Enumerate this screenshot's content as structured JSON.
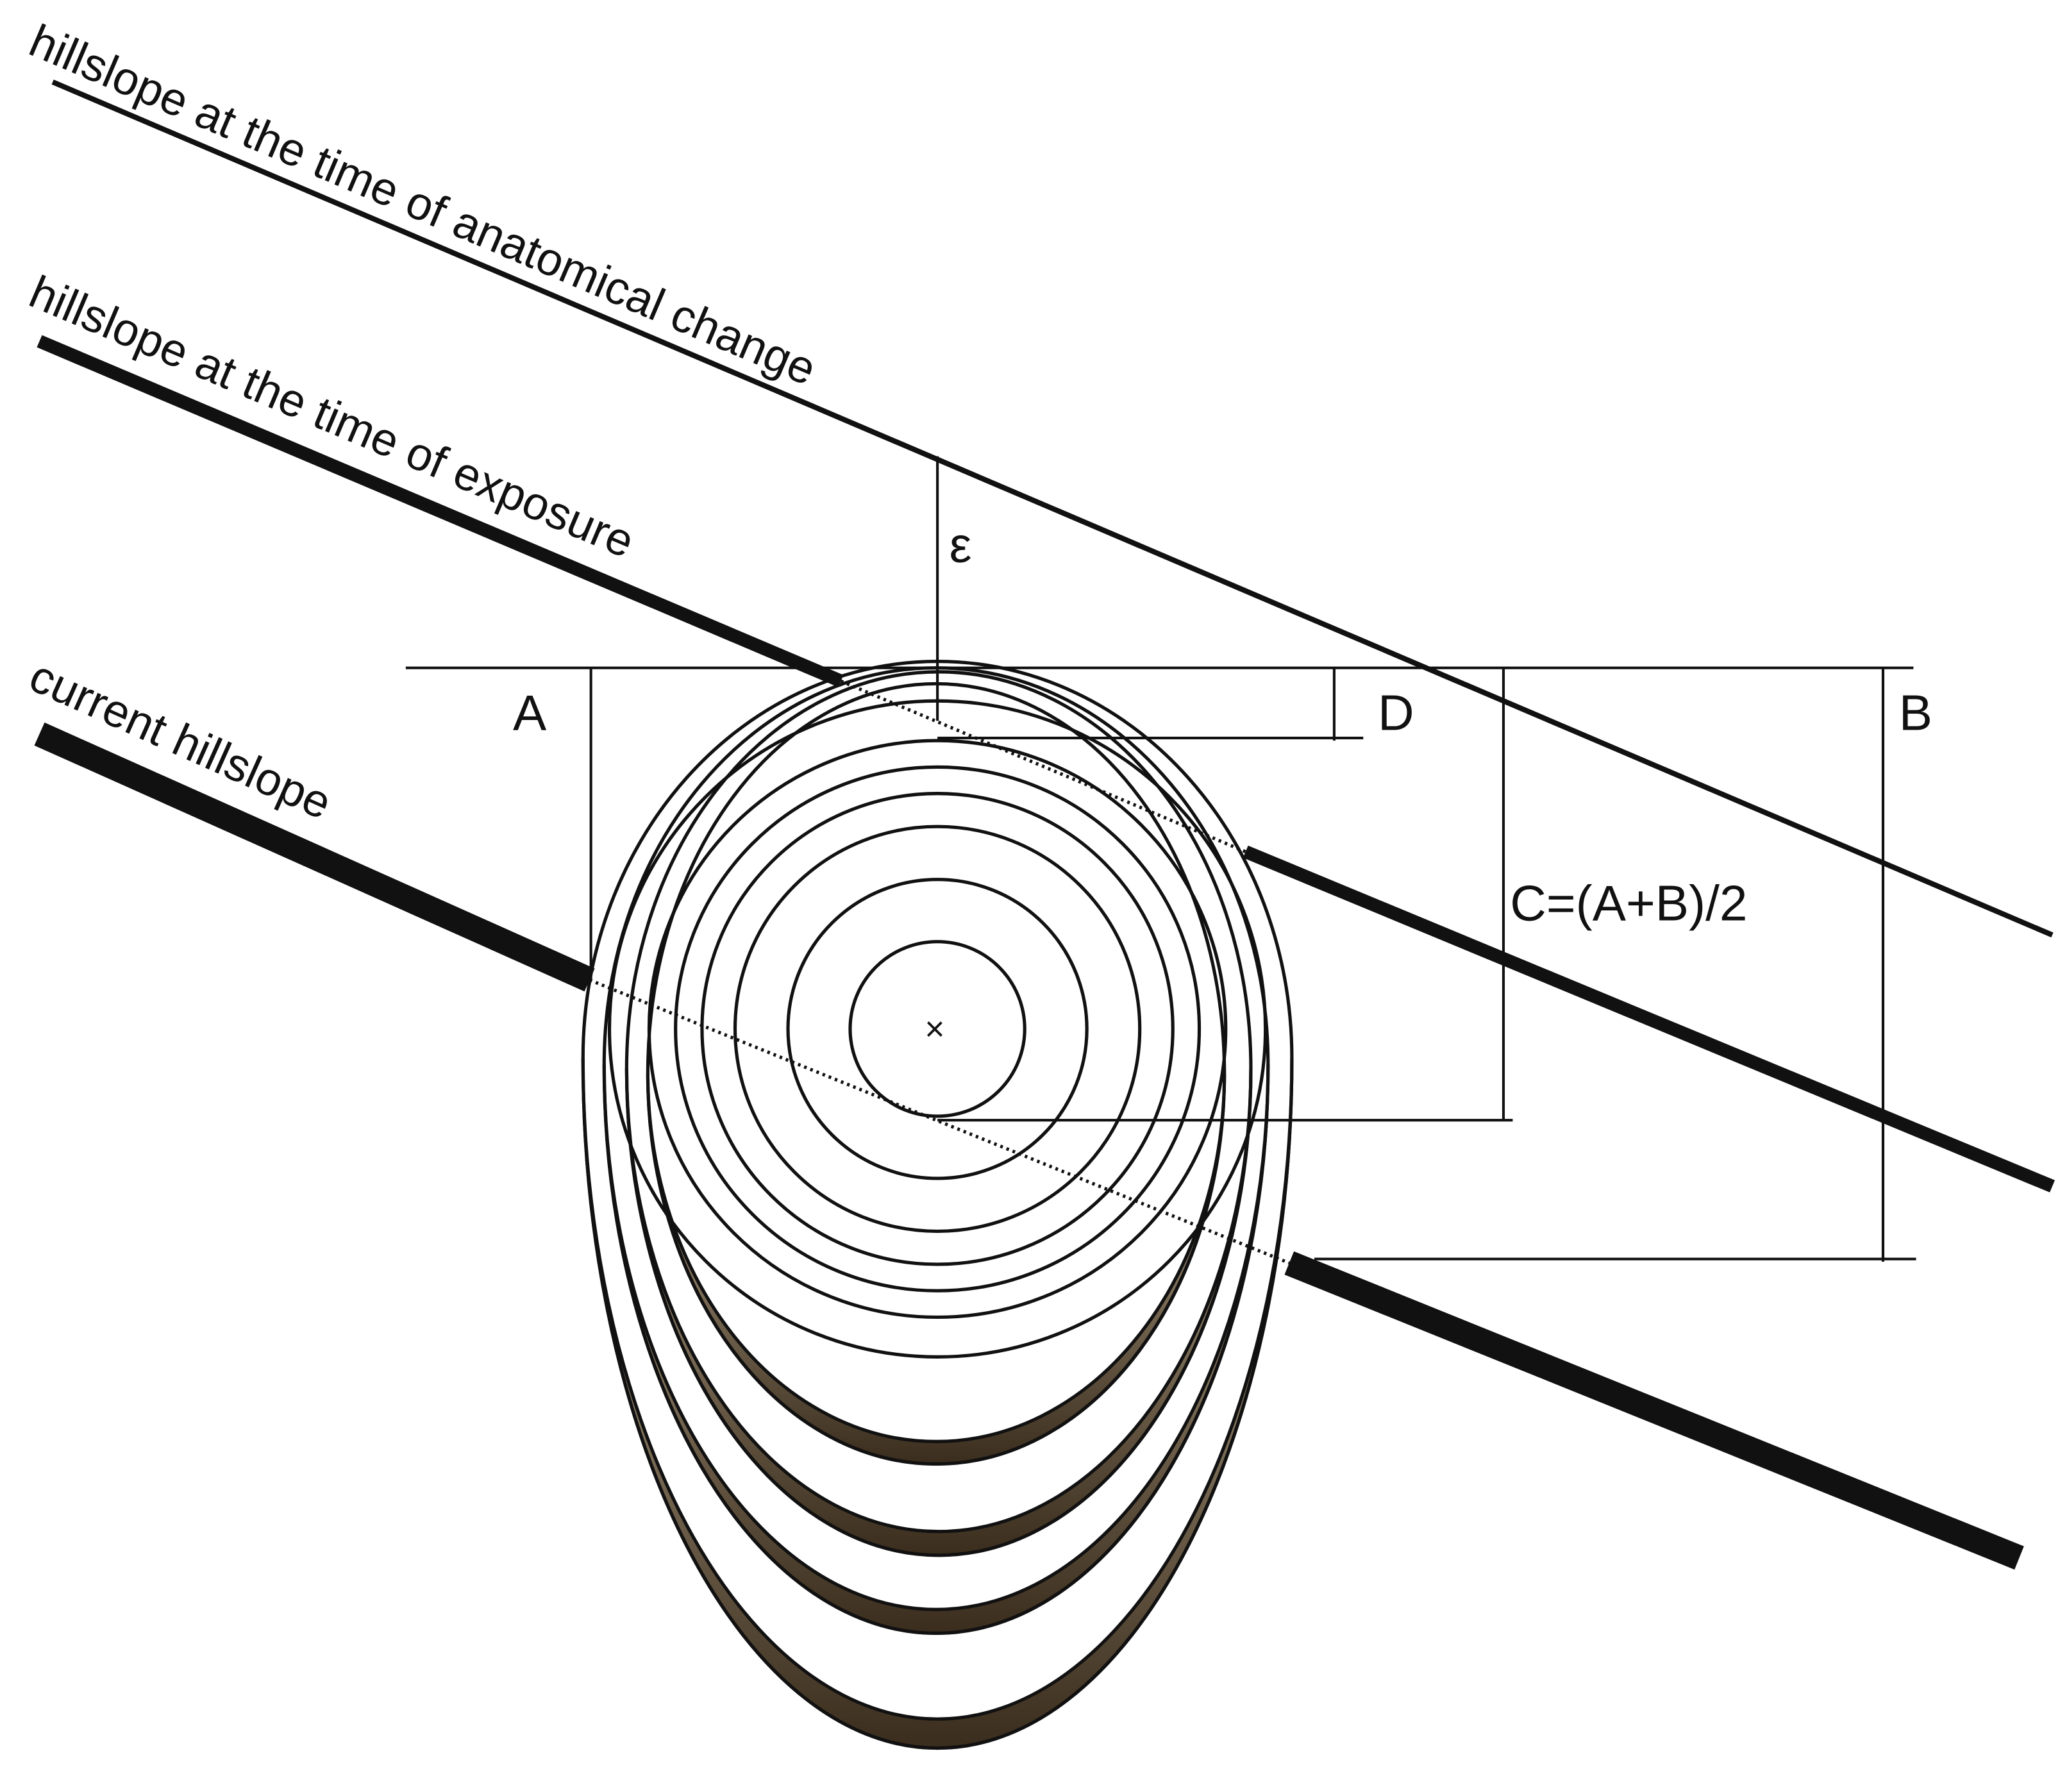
{
  "diagram": {
    "labels": {
      "slope_anatomical": "hillslope at the time of anatomical change",
      "slope_exposure": "hillslope at the time of exposure",
      "slope_current": "current hillslope",
      "epsilon": "ε",
      "A": "A",
      "B": "B",
      "D": "D",
      "C": "C=(A+B)/2"
    },
    "components": {
      "pith_marker": "×",
      "concentric_rings": 7,
      "eccentric_rings": 4,
      "reaction_wood_color": "#4a3a28",
      "line_color": "#111111"
    }
  }
}
